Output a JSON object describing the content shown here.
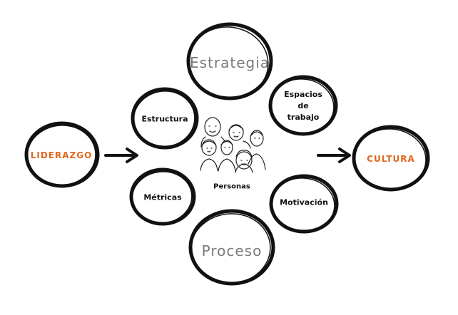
{
  "colors": {
    "accent": "#e2661e",
    "ink": "#111111",
    "grey_label": "#7a7a7a"
  },
  "nodes": {
    "liderazgo": "LIDERAZGO",
    "estrategia": "Estrategia",
    "estructura": "Estructura",
    "espacios": [
      "Espacios",
      "de",
      "trabajo"
    ],
    "metricas": "Métricas",
    "motivacion": "Motivación",
    "proceso": "Proceso",
    "cultura": "CULTURA",
    "personas": "Personas"
  },
  "icons": {
    "people": "people-group-icon",
    "arrow": "arrow-right-icon"
  }
}
